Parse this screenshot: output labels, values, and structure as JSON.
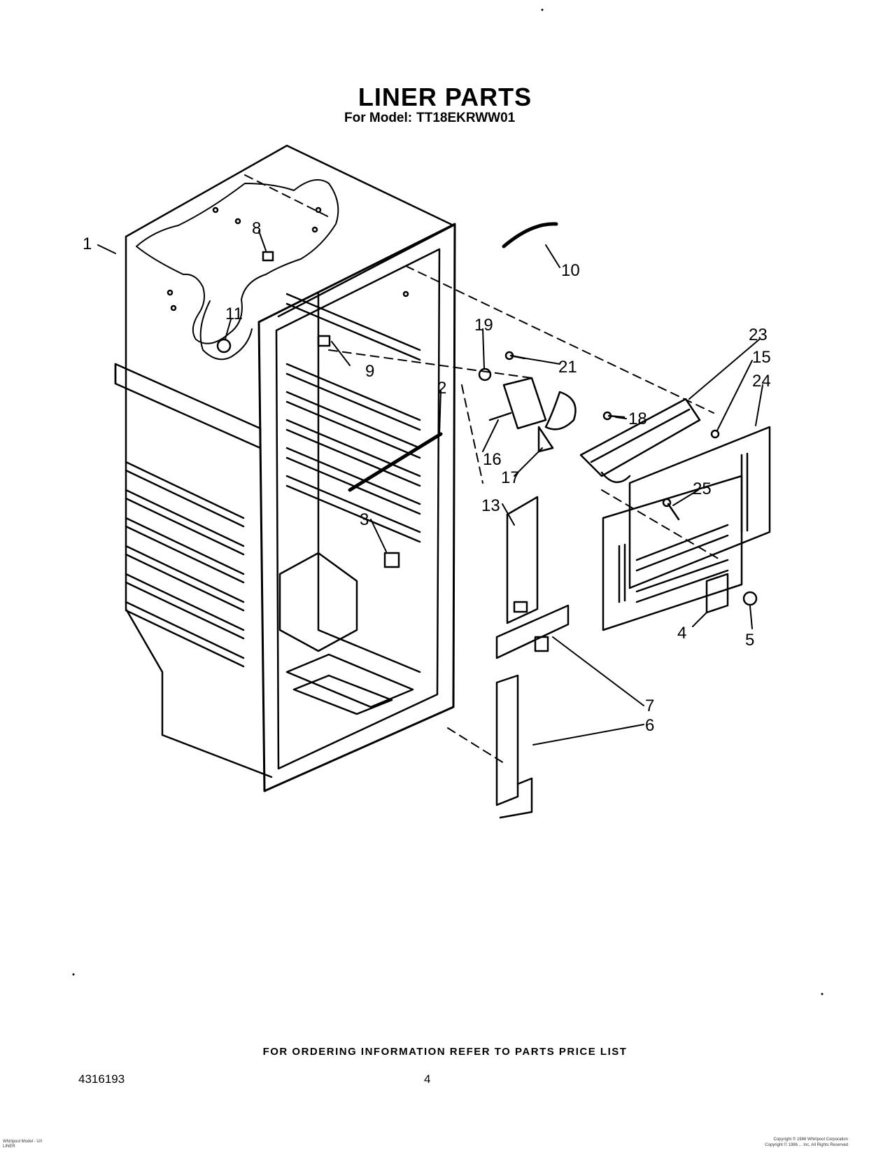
{
  "title": "LINER PARTS",
  "subtitle": {
    "prefix": "For Model:",
    "model": "TT18EKRWW01"
  },
  "callouts": [
    "1",
    "8",
    "11",
    "9",
    "2",
    "3",
    "10",
    "19",
    "21",
    "16",
    "17",
    "18",
    "13",
    "23",
    "15",
    "24",
    "25",
    "4",
    "5",
    "7",
    "6"
  ],
  "footer": {
    "ordering_note": "FOR ORDERING INFORMATION REFER TO PARTS PRICE LIST",
    "doc_number": "4316193",
    "page_number": "4"
  },
  "fine_print": {
    "left_line1": "Whirlpool Model - U/I",
    "left_line2": "LINER",
    "right_line1": "Copyright © 1986 Whirlpool Corporation",
    "right_line2": "Copyright © 1986 ... Inc. All Rights Reserved"
  }
}
